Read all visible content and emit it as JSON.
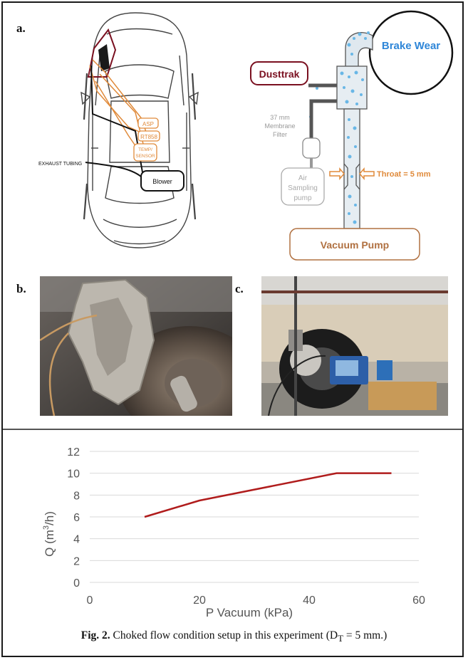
{
  "panels": {
    "a": {
      "label": "a.",
      "car": {
        "asp": "ASP",
        "rt": "RT858",
        "temp": [
          "TEMP/",
          "SENSOR"
        ],
        "exhaust": "EXHAUST TUBING",
        "blower": "Blower"
      },
      "schematic": {
        "brake_wear": "Brake Wear",
        "dusttrak": "Dusttrak",
        "membrane_filter": [
          "37 mm",
          "Membrane",
          "Filter"
        ],
        "air_sampling_pump": [
          "Air",
          "Sampling",
          "pump"
        ],
        "throat": "Throat = 5 mm",
        "vacuum_pump": "Vacuum Pump"
      }
    },
    "b": {
      "label": "b."
    },
    "c": {
      "label": "c."
    }
  },
  "chart_data": {
    "type": "line",
    "x": [
      10,
      20,
      45,
      55
    ],
    "series": [
      {
        "values": [
          6,
          7.5,
          10,
          10
        ],
        "color": "#b01c1c"
      }
    ],
    "xlabel": "P Vacuum (kPa)",
    "ylabel_main": "Q (m",
    "ylabel_sup": "3",
    "ylabel_end": "/h)",
    "xlim": [
      0,
      60
    ],
    "ylim": [
      0,
      12
    ],
    "xticks": [
      0,
      20,
      40,
      60
    ],
    "yticks": [
      0,
      2,
      4,
      6,
      8,
      10,
      12
    ],
    "grid": true,
    "legend": "none"
  },
  "caption": {
    "fig": "Fig. 2.",
    "text_before": " Choked flow condition setup in this experiment (D",
    "sub": "T",
    "text_after": " = 5 mm.)"
  }
}
